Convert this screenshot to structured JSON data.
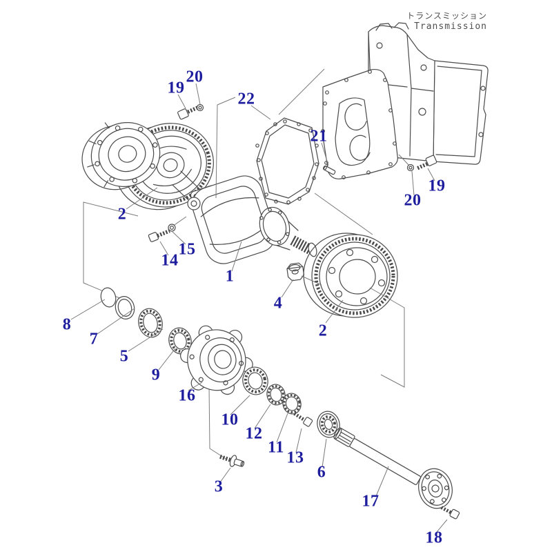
{
  "header": {
    "title_ja": "トランスミッション",
    "title_en": "Transmission"
  },
  "colors": {
    "background": "#ffffff",
    "drawing_line": "#4a4a4a",
    "leader_line": "#7a7a7a",
    "callout_text": "#1d1d9e"
  },
  "diagram": {
    "kind": "exploded-parts-diagram",
    "subject": "Transmission / axle hub assembly"
  },
  "callouts": {
    "c1": "1",
    "c2_left": "2",
    "c2_right": "2",
    "c3": "3",
    "c4": "4",
    "c5": "5",
    "c6": "6",
    "c7": "7",
    "8": "8",
    "c8": "8",
    "c9": "9",
    "c10": "10",
    "c11": "11",
    "c12": "12",
    "c13": "13",
    "c14": "14",
    "c15": "15",
    "c16": "16",
    "c17": "17",
    "c18": "18",
    "c19_top": "19",
    "c19_right": "19",
    "c20_top": "20",
    "c20_right": "20",
    "c21": "21",
    "c22": "22"
  }
}
